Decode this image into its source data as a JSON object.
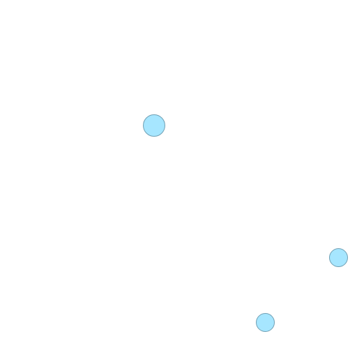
{
  "canvas": {
    "background_color": "#ffffff"
  },
  "targets": {
    "count": 3,
    "fill_color": "#a6e6ff",
    "border_color": "#6f9fb3",
    "items": [
      {
        "shape": "circle"
      },
      {
        "shape": "circle"
      },
      {
        "shape": "circle"
      }
    ]
  }
}
